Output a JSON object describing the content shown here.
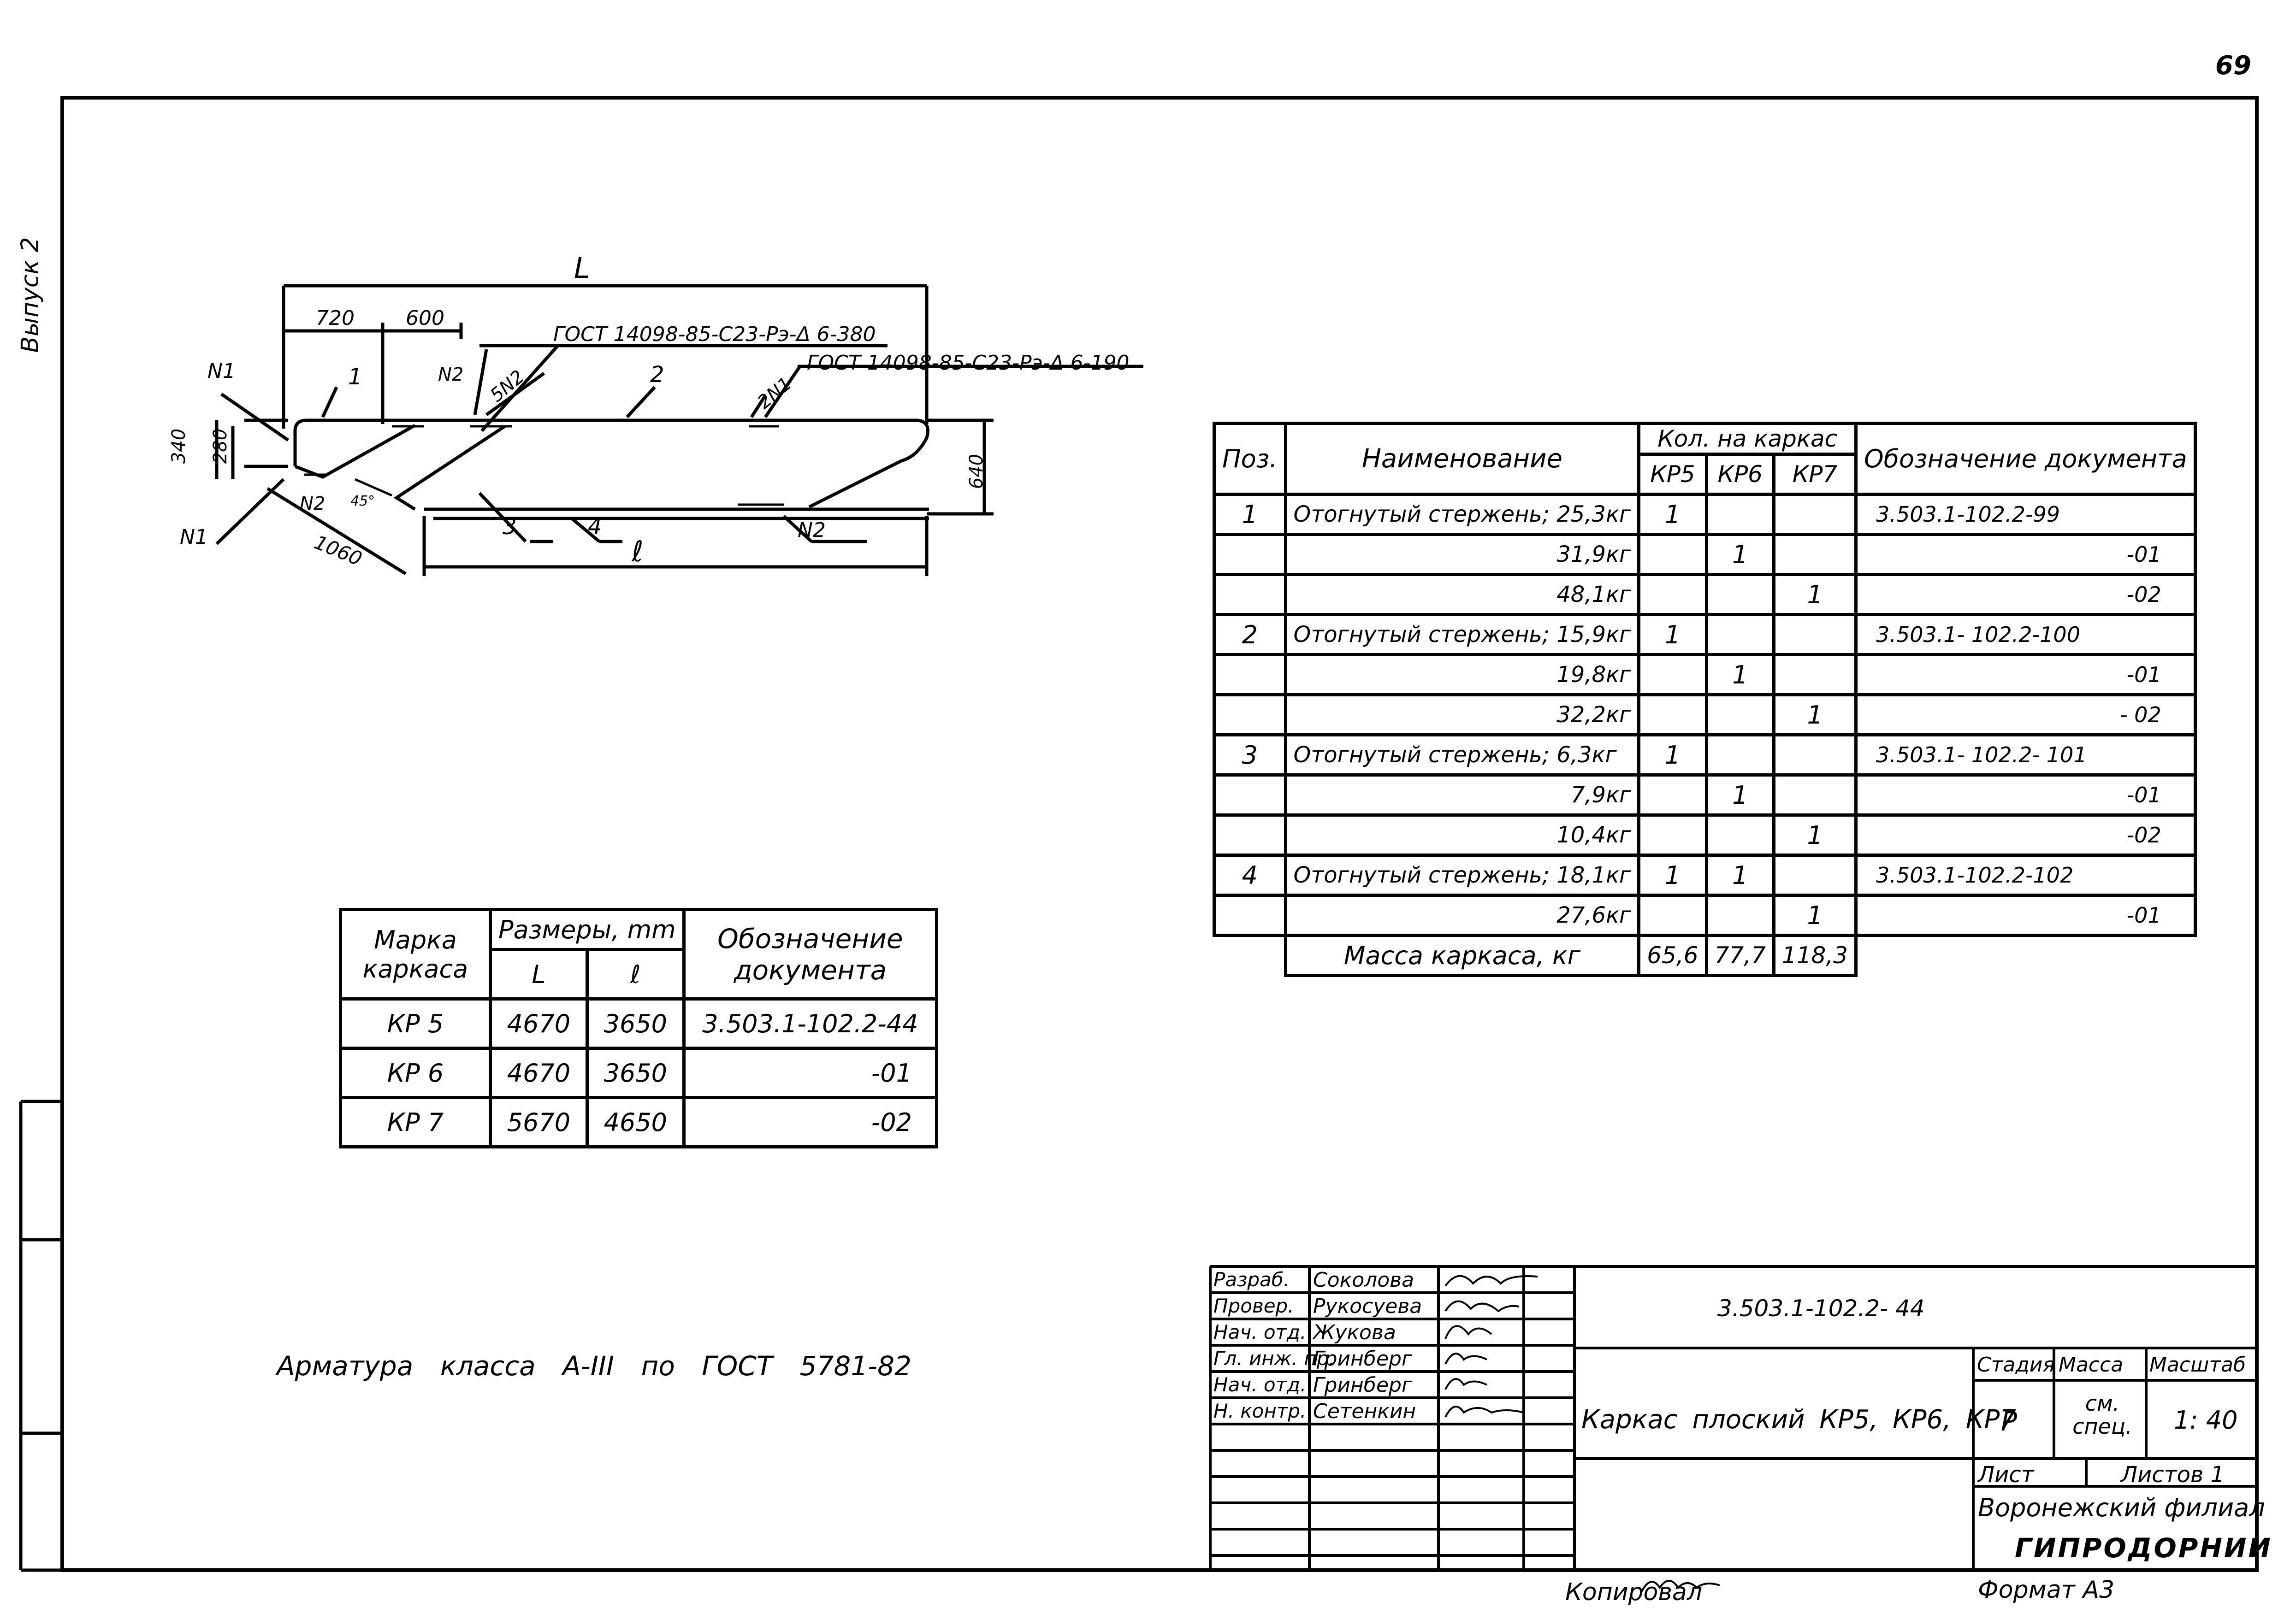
{
  "page_number": "69",
  "side_label": "Выпуск 2",
  "drawing": {
    "dim_L": "L",
    "dim_720": "720",
    "dim_600": "600",
    "dim_340": "340",
    "dim_280": "280",
    "dim_640": "640",
    "dim_1060": "1060",
    "dim_l": "ℓ",
    "angle": "45°",
    "weld_1": "ГОСТ 14098-85-С23-Рэ-Δ 6-380",
    "weld_2": "ГОСТ 14098-85-С23-Рэ-Δ 6-190",
    "labels": {
      "n1_top": "N1",
      "n1_bottom": "N1",
      "n2_top": "N2",
      "n2_bottom_left": "N2",
      "n2_bottom_right": "N2",
      "five_n2": "5N2",
      "two_n1": "2N1",
      "pos1": "1",
      "pos2": "2",
      "pos3": "3",
      "pos4": "4"
    }
  },
  "spec_table": {
    "headers": {
      "pos": "Поз.",
      "name": "Наименование",
      "qty": "Кол. на каркас",
      "kp5": "КР5",
      "kp6": "КР6",
      "kp7": "КР7",
      "doc": "Обозначение документа"
    },
    "rows": [
      {
        "pos": "1",
        "name": "Отогнутый стержень; 25,3кг",
        "kp5": "1",
        "kp6": "",
        "kp7": "",
        "doc": "3.503.1-102.2-99"
      },
      {
        "pos": "",
        "name": "31,9кг",
        "kp5": "",
        "kp6": "1",
        "kp7": "",
        "doc": "-01"
      },
      {
        "pos": "",
        "name": "48,1кг",
        "kp5": "",
        "kp6": "",
        "kp7": "1",
        "doc": "-02"
      },
      {
        "pos": "2",
        "name": "Отогнутый стержень; 15,9кг",
        "kp5": "1",
        "kp6": "",
        "kp7": "",
        "doc": "3.503.1- 102.2-100"
      },
      {
        "pos": "",
        "name": "19,8кг",
        "kp5": "",
        "kp6": "1",
        "kp7": "",
        "doc": "-01"
      },
      {
        "pos": "",
        "name": "32,2кг",
        "kp5": "",
        "kp6": "",
        "kp7": "1",
        "doc": "- 02"
      },
      {
        "pos": "3",
        "name": "Отогнутый стержень; 6,3кг",
        "kp5": "1",
        "kp6": "",
        "kp7": "",
        "doc": "3.503.1- 102.2- 101"
      },
      {
        "pos": "",
        "name": "7,9кг",
        "kp5": "",
        "kp6": "1",
        "kp7": "",
        "doc": "-01"
      },
      {
        "pos": "",
        "name": "10,4кг",
        "kp5": "",
        "kp6": "",
        "kp7": "1",
        "doc": "-02"
      },
      {
        "pos": "4",
        "name": "Отогнутый стержень; 18,1кг",
        "kp5": "1",
        "kp6": "1",
        "kp7": "",
        "doc": "3.503.1-102.2-102"
      },
      {
        "pos": "",
        "name": "27,6кг",
        "kp5": "",
        "kp6": "",
        "kp7": "1",
        "doc": "-01"
      }
    ],
    "total": {
      "label": "Масса каркаса, кг",
      "kp5": "65,6",
      "kp6": "77,7",
      "kp7": "118,3"
    }
  },
  "sizes_table": {
    "headers": {
      "mark": "Марка каркаса",
      "sizes": "Размеры, mm",
      "L": "L",
      "l": "ℓ",
      "doc": "Обозначение документа"
    },
    "rows": [
      {
        "mark": "КР 5",
        "L": "4670",
        "l": "3650",
        "doc": "3.503.1-102.2-44"
      },
      {
        "mark": "КР 6",
        "L": "4670",
        "l": "3650",
        "doc": "-01"
      },
      {
        "mark": "КР 7",
        "L": "5670",
        "l": "4650",
        "doc": "-02"
      }
    ]
  },
  "note": "Арматура класса А-III по ГОСТ 5781-82",
  "title_block": {
    "people": [
      {
        "role": "Разраб.",
        "name": "Соколова"
      },
      {
        "role": "Провер.",
        "name": "Рукосуева"
      },
      {
        "role": "Нач. отд.",
        "name": "Жукова"
      },
      {
        "role": "Гл. инж. пр.",
        "name": "Гринберг"
      },
      {
        "role": "Нач. отд.",
        "name": "Гринберг"
      },
      {
        "role": "Н. контр.",
        "name": "Сетенкин"
      }
    ],
    "doc_code": "3.503.1-102.2- 44",
    "title": "Каркас плоский КР5, КР6, КР7",
    "stage_label": "Стадия",
    "mass_label": "Масса",
    "scale_label": "Масштаб",
    "stage": "Р",
    "mass": "см. спец.",
    "scale": "1: 40",
    "sheet_label": "Лист",
    "sheets_label": "Листов 1",
    "org_1": "Воронежский филиал",
    "org_2": "ГИПРОДОРНИИ"
  },
  "footer": {
    "copied": "Копировал",
    "format": "Формат А3"
  }
}
